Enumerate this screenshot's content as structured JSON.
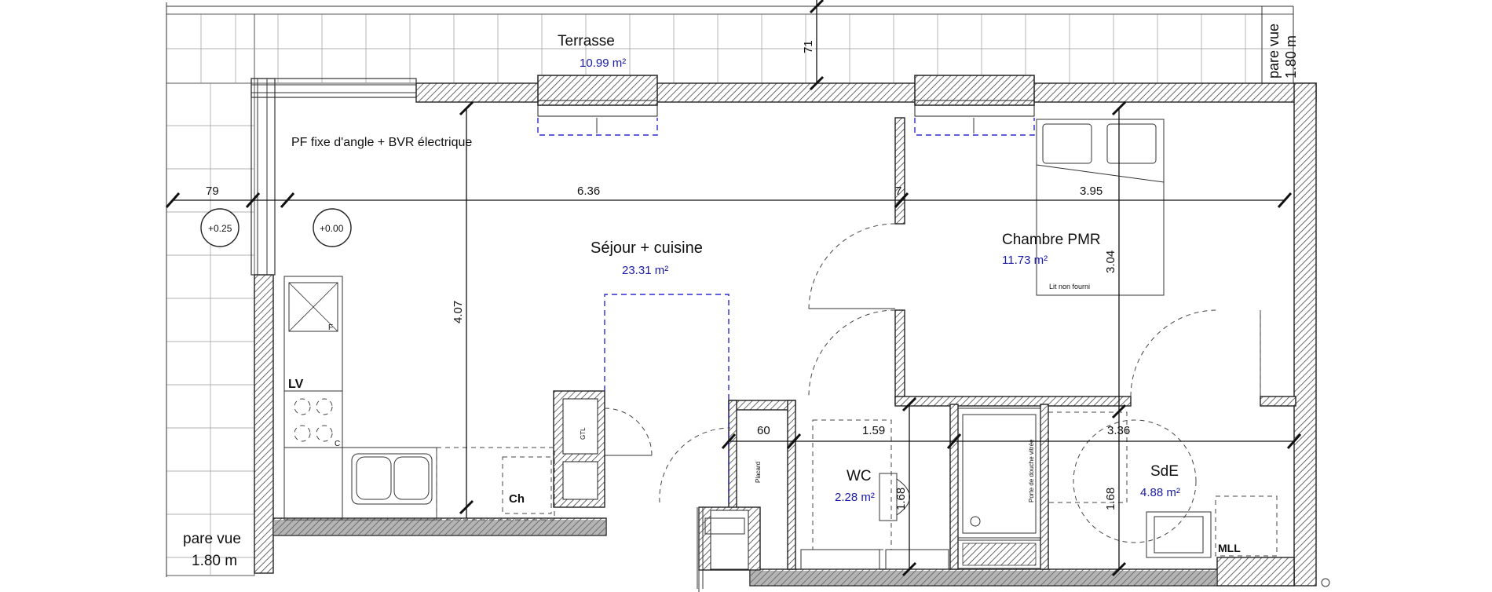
{
  "rooms": {
    "terrasse": {
      "name": "Terrasse",
      "area": "10.99 m²"
    },
    "sejour": {
      "name": "Séjour + cuisine",
      "area": "23.31 m²"
    },
    "chambre": {
      "name": "Chambre PMR",
      "area": "11.73 m²"
    },
    "wc": {
      "name": "WC",
      "area": "2.28 m²"
    },
    "sde": {
      "name": "SdE",
      "area": "4.88 m²"
    }
  },
  "annotations": {
    "window_note": "PF fixe d'angle + BVR électrique",
    "pare_vue_label": "pare vue",
    "pare_vue_height": "1.80 m",
    "level_terrace": "+0.25",
    "level_floor": "+0.00",
    "lv": "LV",
    "ch": "Ch",
    "gtl": "GTL",
    "placard": "Placard",
    "lit": "Lit non fourni",
    "porte_douche": "Porte de douche vitrée",
    "mll": "MLL",
    "f_mark": "F",
    "c_mark": "C"
  },
  "dimensions": {
    "d79": "79",
    "d636": "6.36",
    "d7": "7",
    "d395": "3.95",
    "d71": "71",
    "d407": "4.07",
    "d304": "3.04",
    "d60": "60",
    "d159": "1.59",
    "d336": "3.36",
    "d168a": "1.68",
    "d168b": "1.68"
  }
}
